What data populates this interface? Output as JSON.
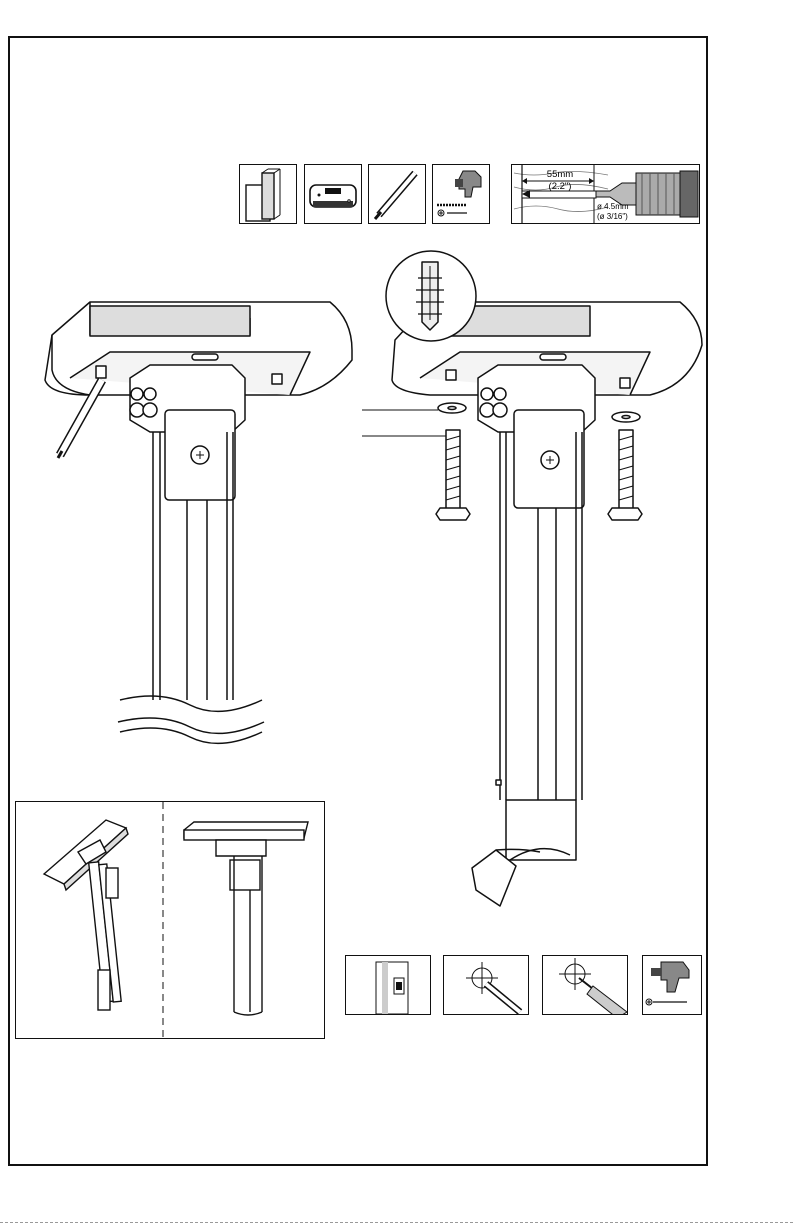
{
  "drill_spec": {
    "depth_mm": "55mm",
    "depth_in": "(2.2\")",
    "diameter_mm": "ø 4.5mm",
    "diameter_in": "(ø 3/16\")"
  },
  "tools_top": [
    "wall-stud-icon",
    "stud-finder-icon",
    "pencil-icon",
    "drill-bits-icon",
    "drill-depth-icon"
  ],
  "tools_bottom": [
    "stud-finder-icon",
    "mark-hole-icon",
    "drill-hole-icon",
    "drill-icon"
  ],
  "colors": {
    "line": "#111111",
    "shade": "#cfcfcf",
    "fill": "#ffffff"
  }
}
